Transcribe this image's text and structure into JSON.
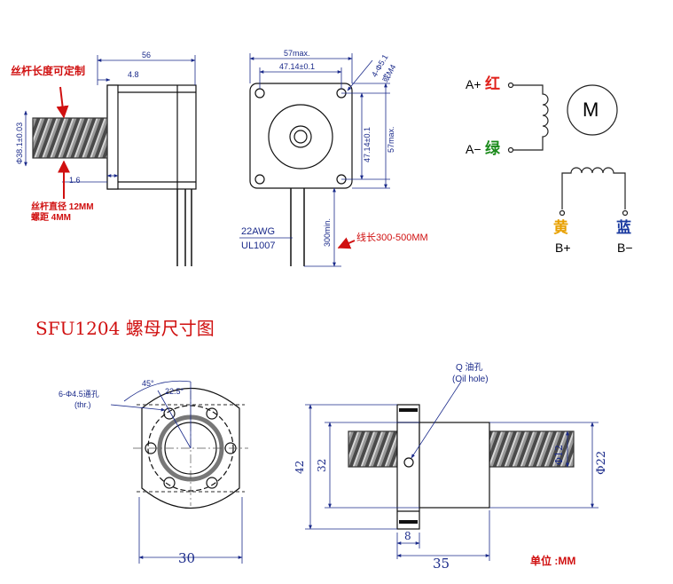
{
  "annotations": {
    "screw_length_note": "丝杆长度可定制",
    "screw_diameter_note": "丝杆直径 12MM",
    "screw_pitch_note": "螺距 4MM",
    "wire_length_note": "线长300-500MM",
    "wire_spec_awg": "22AWG",
    "wire_spec_ul": "UL1007"
  },
  "side_view_dims": {
    "length": "56",
    "step_a": "4.8",
    "step_b": "1.6",
    "diameter": "Φ38.1±0.03"
  },
  "front_view_dims": {
    "width_max": "57max.",
    "hole_spacing_h": "47.14±0.1",
    "hole_spacing_v": "47.14±0.1",
    "height_max": "57max.",
    "hole_spec_a": "4-Φ5.1",
    "hole_spec_b": "或M4",
    "wire_min": "300min."
  },
  "wiring": {
    "motor_label": "M",
    "a_plus": "A+",
    "a_plus_color": "红",
    "a_minus": "A−",
    "a_minus_color": "绿",
    "b_plus_color": "黄",
    "b_minus_color": "蓝",
    "b_plus": "B+",
    "b_minus": "B−",
    "colors": {
      "red": "#e0201a",
      "green": "#1a8a1a",
      "yellow": "#e8a000",
      "blue": "#1a3aa0"
    }
  },
  "nut_section": {
    "title": "SFU1204 螺母尺寸图",
    "hole_label": "6-Φ4.5通孔",
    "hole_label_b": "(thr.)",
    "angle_45": "45°",
    "angle_225": "22.5°",
    "flange_width": "30",
    "oil_hole_cn": "Q 油孔",
    "oil_hole_en": "(Oil hole)",
    "dim_42": "42",
    "dim_32": "32",
    "dim_12": "Φ12",
    "dim_22": "Φ22",
    "dim_8": "8",
    "dim_35": "35",
    "unit": "单位 :MM"
  }
}
